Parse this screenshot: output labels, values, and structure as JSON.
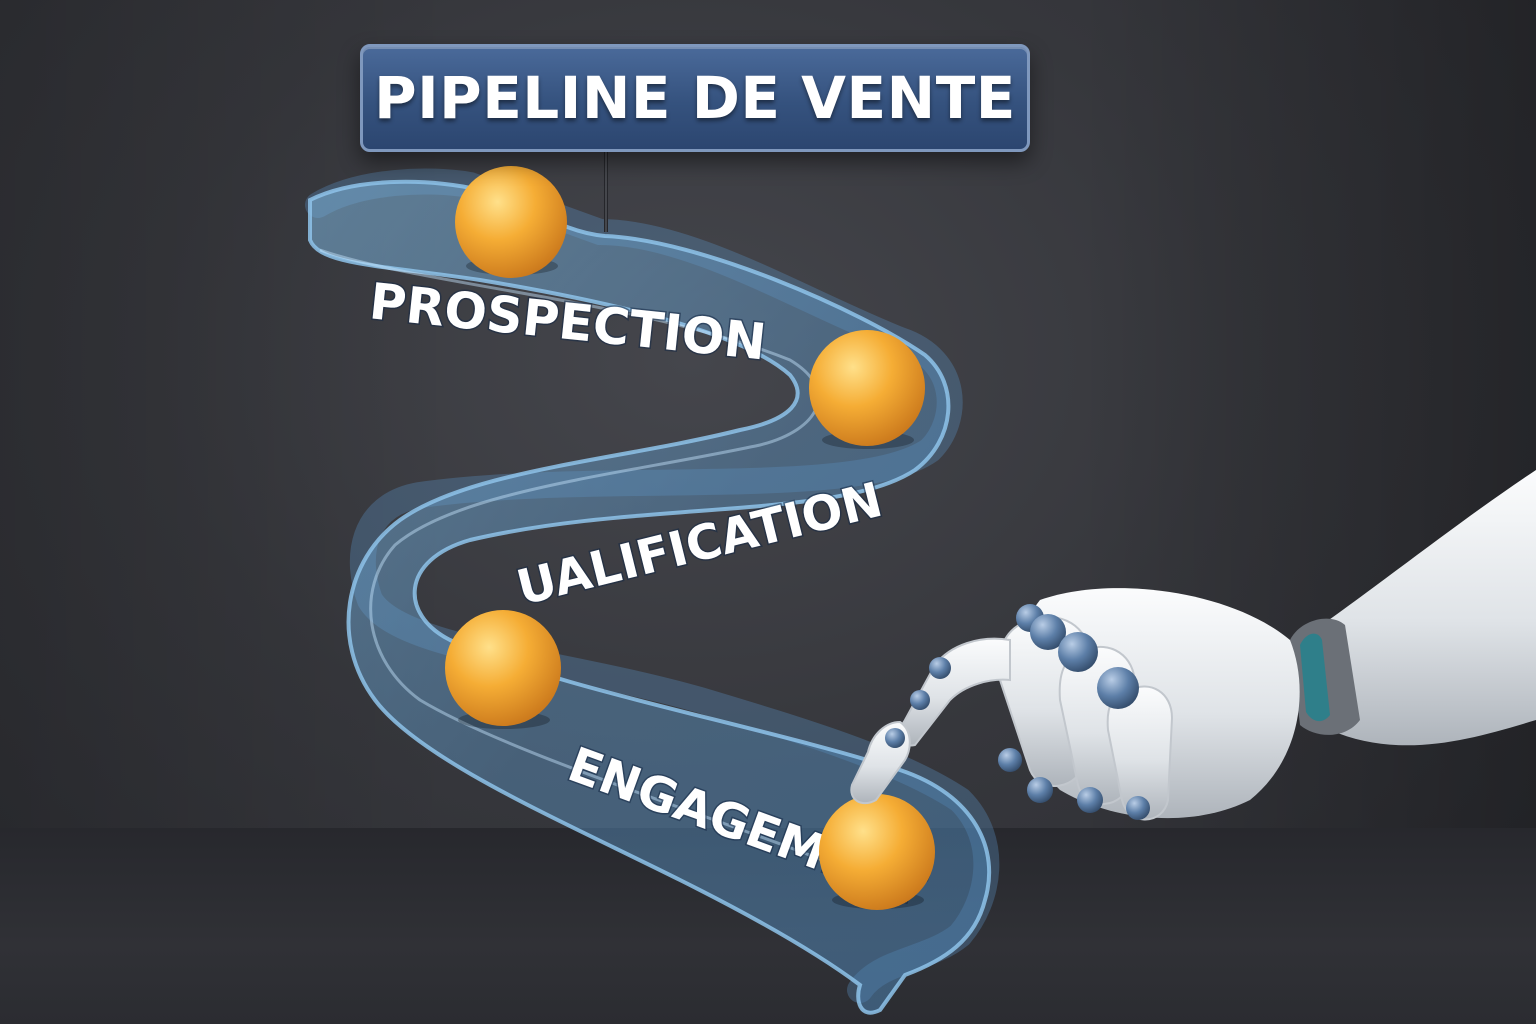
{
  "title": "PIPELINE DE VENTE",
  "stages": [
    {
      "label": "PROSPECTION"
    },
    {
      "label": "UALIFICATION"
    },
    {
      "label": "ENGAGEMENT"
    }
  ],
  "colors": {
    "background": "#36373c",
    "sign": "#35527e",
    "ribbon": "#6fa6d2",
    "ball": "#f2a530",
    "robot": "#e9ecef",
    "robot_joint": "#5d7fa8"
  },
  "icons": [
    "orange-ball-icon",
    "robot-hand-icon"
  ]
}
